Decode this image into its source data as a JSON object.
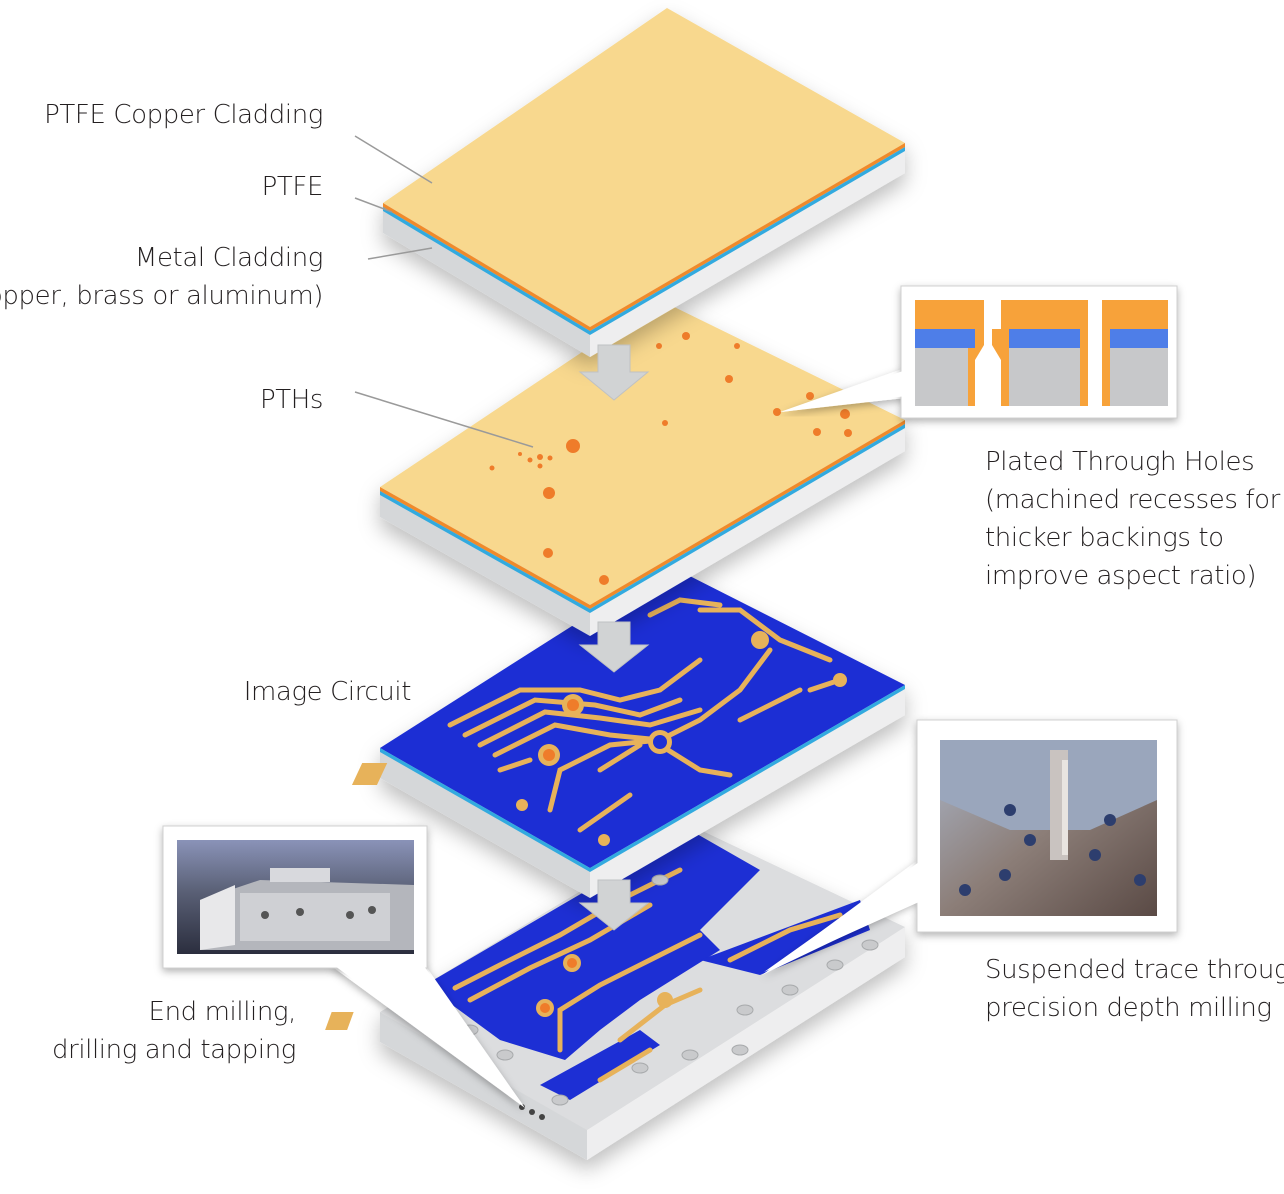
{
  "labels": {
    "ptfe_copper_cladding": "PTFE Copper Cladding",
    "ptfe": "PTFE",
    "metal_cladding": [
      "Metal Cladding",
      "(copper, brass or aluminum)"
    ],
    "pths": "PTHs",
    "plated_through_holes": [
      "Plated Through Holes",
      "(machined recesses for",
      "thicker backings to",
      "improve aspect ratio)"
    ],
    "image_circuit": "Image Circuit",
    "end_milling": [
      "End milling,",
      "drilling and tapping"
    ],
    "suspended_trace": [
      "Suspended trace through",
      "precision depth milling"
    ]
  },
  "colors": {
    "copper_surface": "#f8d88e",
    "copper_edge": "#f08a2c",
    "ptfe_layer": "#33aadf",
    "metal_base": "#e6e7e8",
    "circuit_blue": "#1d2fd4",
    "trace_gold": "#e7b25a",
    "hole_orange": "#ef7c2a",
    "arrow_gray": "#d1d3d4",
    "leader_gray": "#9a9a9a"
  }
}
